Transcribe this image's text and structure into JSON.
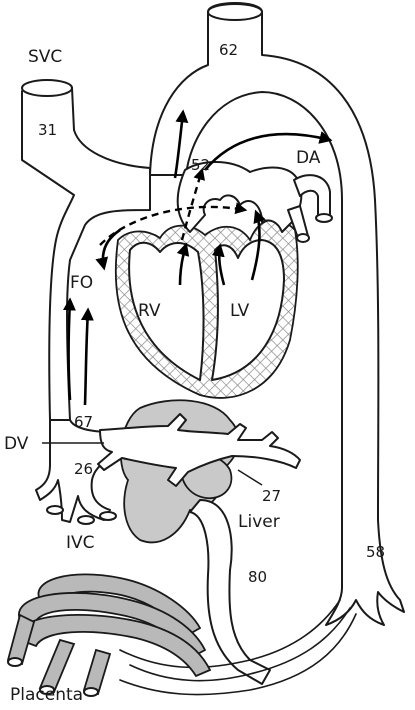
{
  "labels": {
    "svc": "SVC",
    "fo": "FO",
    "rv": "RV",
    "lv": "LV",
    "da": "DA",
    "dv": "DV",
    "ivc": "IVC",
    "liver": "Liver",
    "placenta": "Placenta"
  },
  "values": {
    "svc": "31",
    "aorta": "62",
    "pulmonary": "52",
    "ivc_upper": "67",
    "ivc_lower": "26",
    "portal": "27",
    "umbilical_vein": "80",
    "descending_aorta": "58"
  },
  "colors": {
    "stroke": "#1a1a1a",
    "liver": "#c9c9c9",
    "cord": "#b9b9b9",
    "hatch": "#8a8a8a"
  }
}
